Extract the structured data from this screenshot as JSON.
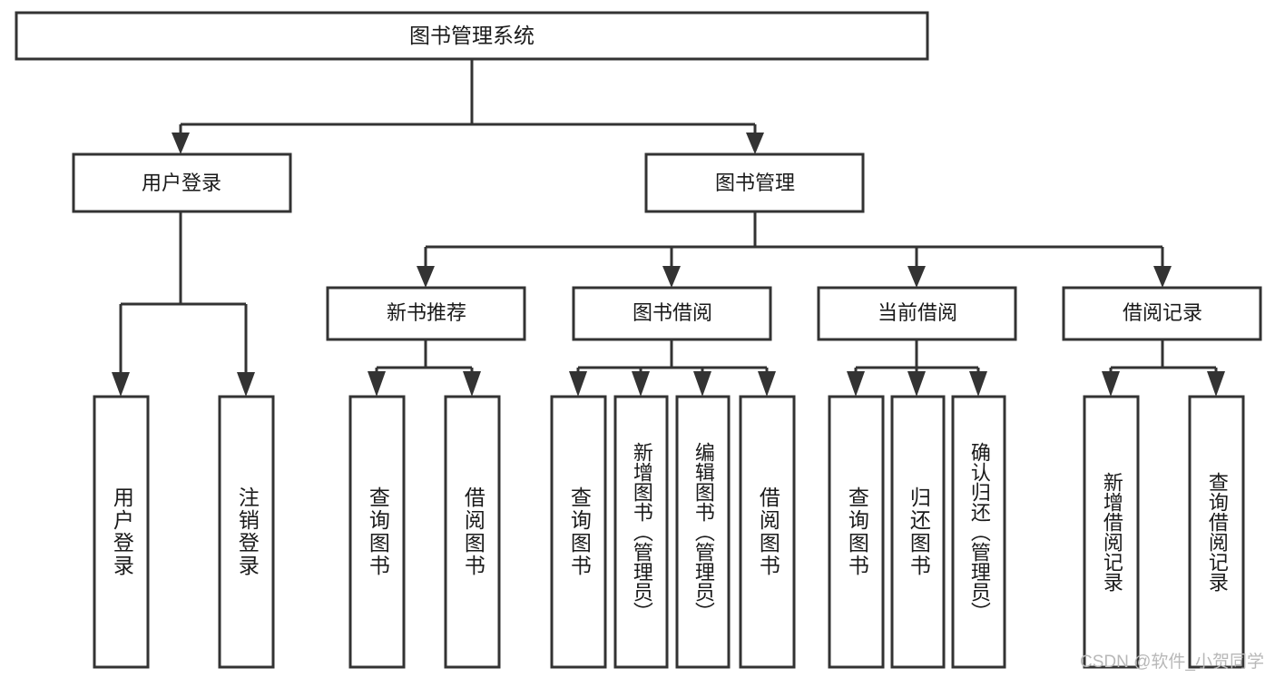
{
  "diagram": {
    "title_text": "图书管理系统",
    "type": "tree-hierarchy",
    "stroke_color": "#333333",
    "fill_color": "#ffffff",
    "text_color": "#1a1a1a",
    "root": {
      "id": "root",
      "label": "图书管理系统"
    },
    "level2": [
      {
        "id": "user-login",
        "label": "用户登录"
      },
      {
        "id": "book-manage",
        "label": "图书管理"
      }
    ],
    "level3": [
      {
        "id": "new-book-recommend",
        "label": "新书推荐",
        "parent": "book-manage"
      },
      {
        "id": "book-borrow",
        "label": "图书借阅",
        "parent": "book-manage"
      },
      {
        "id": "current-borrow",
        "label": "当前借阅",
        "parent": "book-manage"
      },
      {
        "id": "borrow-record",
        "label": "借阅记录",
        "parent": "book-manage"
      }
    ],
    "leaves": [
      {
        "id": "leaf-user-login",
        "label": "用户登录",
        "parent": "user-login"
      },
      {
        "id": "leaf-logout-login",
        "label": "注销登录",
        "parent": "user-login"
      },
      {
        "id": "leaf-query-book-1",
        "label": "查询图书",
        "parent": "new-book-recommend"
      },
      {
        "id": "leaf-borrow-book-1",
        "label": "借阅图书",
        "parent": "new-book-recommend"
      },
      {
        "id": "leaf-query-book-2",
        "label": "查询图书",
        "parent": "book-borrow"
      },
      {
        "id": "leaf-add-book-admin",
        "label": "新增图书（管理员）",
        "parent": "book-borrow"
      },
      {
        "id": "leaf-edit-book-admin",
        "label": "编辑图书（管理员）",
        "parent": "book-borrow"
      },
      {
        "id": "leaf-borrow-book-2",
        "label": "借阅图书",
        "parent": "book-borrow"
      },
      {
        "id": "leaf-query-book-3",
        "label": "查询图书",
        "parent": "current-borrow"
      },
      {
        "id": "leaf-return-book",
        "label": "归还图书",
        "parent": "current-borrow"
      },
      {
        "id": "leaf-confirm-return-admin",
        "label": "确认归还（管理员）",
        "parent": "current-borrow"
      },
      {
        "id": "leaf-add-borrow-record",
        "label": "新增借阅记录",
        "parent": "borrow-record"
      },
      {
        "id": "leaf-query-borrow-record",
        "label": "查询借阅记录",
        "parent": "borrow-record"
      }
    ]
  },
  "watermark": {
    "text": "CSDN @软件_小贺同学"
  }
}
